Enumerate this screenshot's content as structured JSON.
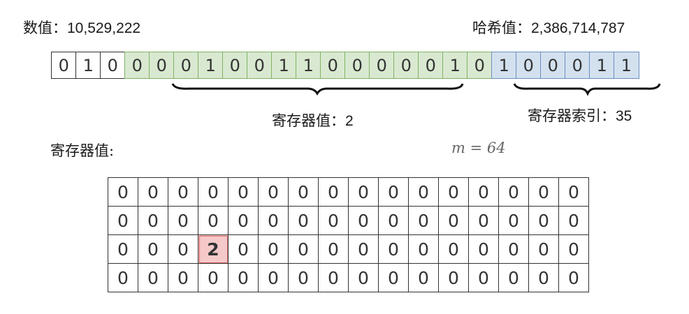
{
  "number": {
    "label": "数值：",
    "value": "10,529,222"
  },
  "hash": {
    "label": "哈希值：",
    "value": "2,386,714,787"
  },
  "bits": [
    {
      "v": "0",
      "group": "prefix"
    },
    {
      "v": "1",
      "group": "prefix"
    },
    {
      "v": "0",
      "group": "prefix"
    },
    {
      "v": "0",
      "group": "value"
    },
    {
      "v": "0",
      "group": "value"
    },
    {
      "v": "0",
      "group": "value"
    },
    {
      "v": "1",
      "group": "value"
    },
    {
      "v": "0",
      "group": "value"
    },
    {
      "v": "0",
      "group": "value"
    },
    {
      "v": "1",
      "group": "value"
    },
    {
      "v": "1",
      "group": "value"
    },
    {
      "v": "0",
      "group": "value"
    },
    {
      "v": "0",
      "group": "value"
    },
    {
      "v": "0",
      "group": "value"
    },
    {
      "v": "0",
      "group": "value"
    },
    {
      "v": "0",
      "group": "value"
    },
    {
      "v": "1",
      "group": "value"
    },
    {
      "v": "0",
      "group": "value"
    },
    {
      "v": "1",
      "group": "index"
    },
    {
      "v": "0",
      "group": "index"
    },
    {
      "v": "0",
      "group": "index"
    },
    {
      "v": "0",
      "group": "index"
    },
    {
      "v": "1",
      "group": "index"
    },
    {
      "v": "1",
      "group": "index"
    }
  ],
  "register_value_annotation": {
    "label": "寄存器值：",
    "value": "2"
  },
  "register_index_annotation": {
    "label": "寄存器索引：",
    "value": "35"
  },
  "registers_heading": "寄存器值:",
  "m_label": "m = 64",
  "highlight": {
    "row": 2,
    "col": 3
  },
  "registers": [
    [
      "0",
      "0",
      "0",
      "0",
      "0",
      "0",
      "0",
      "0",
      "0",
      "0",
      "0",
      "0",
      "0",
      "0",
      "0",
      "0"
    ],
    [
      "0",
      "0",
      "0",
      "0",
      "0",
      "0",
      "0",
      "0",
      "0",
      "0",
      "0",
      "0",
      "0",
      "0",
      "0",
      "0"
    ],
    [
      "0",
      "0",
      "0",
      "2",
      "0",
      "0",
      "0",
      "0",
      "0",
      "0",
      "0",
      "0",
      "0",
      "0",
      "0",
      "0"
    ],
    [
      "0",
      "0",
      "0",
      "0",
      "0",
      "0",
      "0",
      "0",
      "0",
      "0",
      "0",
      "0",
      "0",
      "0",
      "0",
      "0"
    ]
  ],
  "colors": {
    "value_fill": "#d9e9d1",
    "value_border": "#7fb363",
    "index_fill": "#d3e1ef",
    "index_border": "#6c8ebf",
    "highlight_fill": "#f6c9c9",
    "highlight_border": "#e06a6a"
  }
}
